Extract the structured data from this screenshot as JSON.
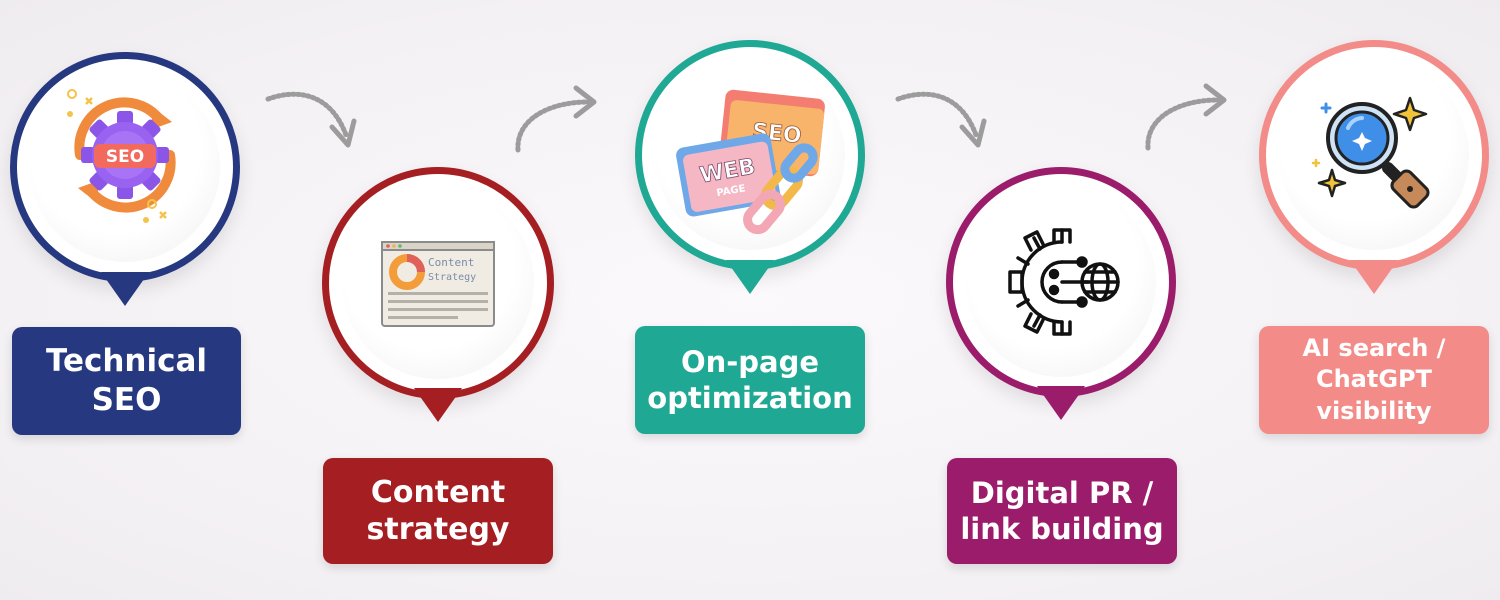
{
  "colors": {
    "technical": "#26387f",
    "content": "#a51e22",
    "onpage": "#1fa893",
    "pr": "#9b1c6a",
    "ai": "#f38b89",
    "arrow": "#9c9c9c"
  },
  "steps": [
    {
      "label": "Technical SEO",
      "icon": "seo-gear-icon",
      "icon_text": "SEO"
    },
    {
      "label": "Content strategy",
      "icon": "content-strategy-document-icon",
      "icon_text_1": "Content",
      "icon_text_2": "Strategy"
    },
    {
      "label": "On-page optimization",
      "icon": "web-page-link-icon",
      "icon_text_web": "WEB",
      "icon_text_page": "PAGE",
      "icon_text_seo": "SEO"
    },
    {
      "label": "Digital PR / link building",
      "icon": "gear-globe-network-icon"
    },
    {
      "label": "AI search / ChatGPT visibility",
      "icon": "magnifier-sparkle-icon"
    }
  ]
}
